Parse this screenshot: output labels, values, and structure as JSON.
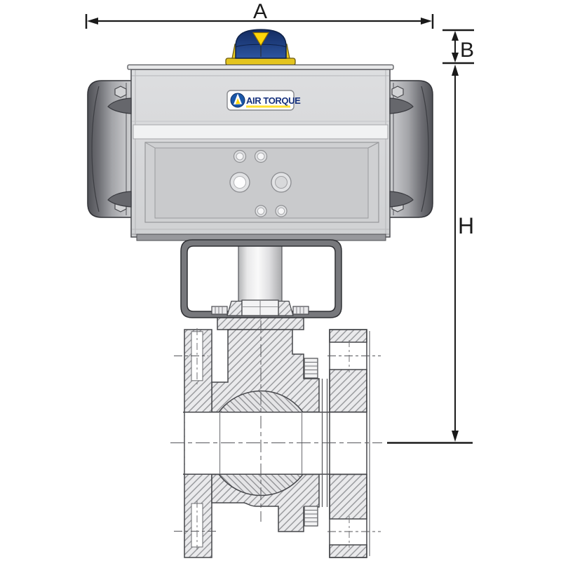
{
  "drawing": {
    "dimension_labels": {
      "width": "A",
      "indicator_height": "B",
      "total_height": "H"
    },
    "brand": {
      "name": "AIR TORQUE"
    },
    "colors": {
      "background": "#ffffff",
      "dimension_line": "#1a1a1a",
      "indicator_dome_blue": "#1f3f7f",
      "indicator_dome_blue_dark": "#142c62",
      "indicator_scale_yellow": "#e8c81f",
      "pointer_yellow": "#ffd60a",
      "logo_blue": "#1a57a8",
      "logo_text_navy": "#16317d",
      "logo_underline_yellow": "#ffe02e",
      "actuator_body_gray": "#d6d7d9",
      "end_cap_gray": "#86878b",
      "bracket_gray": "#77787c",
      "hatch_line_gray": "#8e8f93",
      "outline_gray": "#45464a"
    }
  }
}
